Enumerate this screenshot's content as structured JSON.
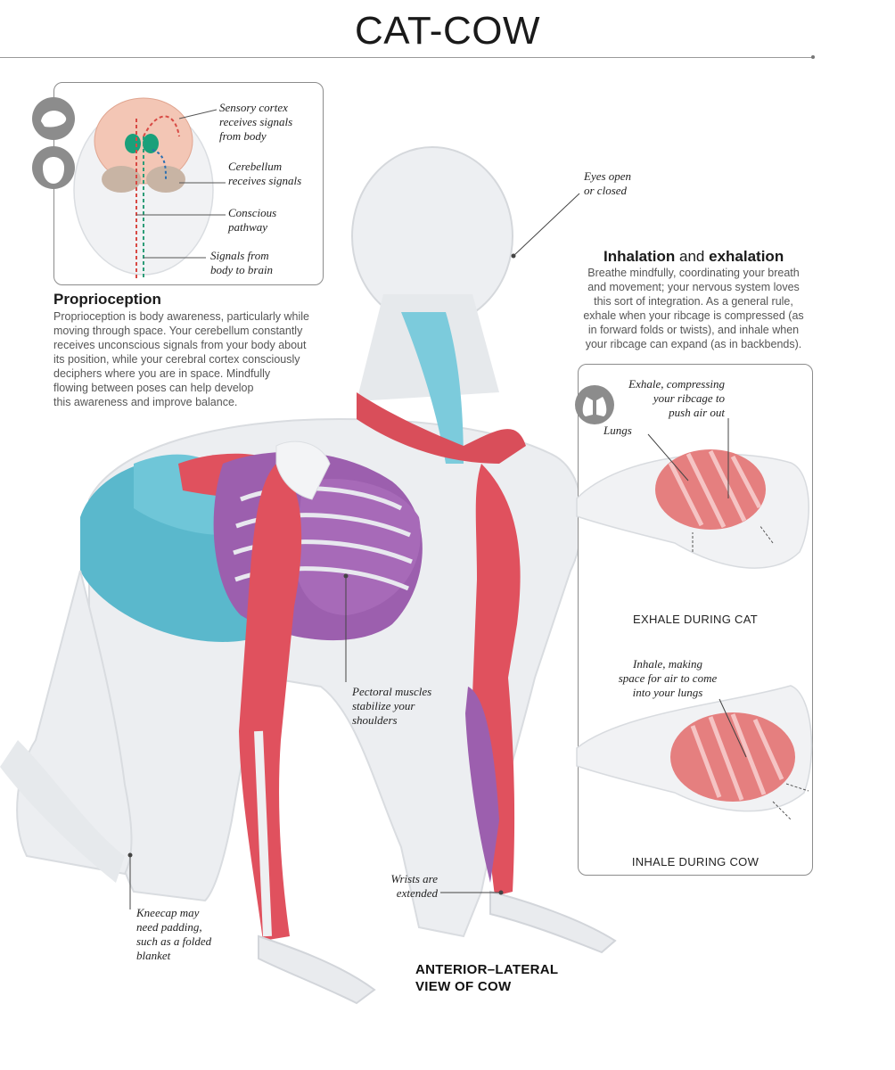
{
  "title": "CAT-COW",
  "proprioception_panel": {
    "callouts": {
      "sensory": "Sensory cortex\nreceives signals\nfrom body",
      "cerebellum": "Cerebellum\nreceives signals",
      "conscious": "Conscious\npathway",
      "signals": "Signals from\nbody to brain"
    },
    "heading": "Proprioception",
    "body": "Proprioception is body awareness, particularly while\nmoving through space. Your cerebellum constantly\nreceives unconscious signals from your body about\nits position, while your cerebral cortex consciously\ndeciphers where you are in space. Mindfully\nflowing between poses can help develop\nthis awareness and improve balance."
  },
  "breathing": {
    "heading_bold_1": "Inhalation",
    "heading_join": "and",
    "heading_bold_2": "exhalation",
    "body": "Breathe mindfully, coordinating your breath\nand movement; your nervous system loves\nthis sort of integration. As a general rule,\nexhale when your ribcage is compressed (as\nin forward folds or twists), and inhale when\nyour ribcage can expand (as in backbends).",
    "panel": {
      "exhale_callout": "Exhale, compressing\nyour ribcage to\npush air out",
      "lungs_callout": "Lungs",
      "exhale_caption": "EXHALE DURING CAT",
      "inhale_callout": "Inhale, making\nspace for air to come\ninto your lungs",
      "inhale_caption": "INHALE DURING COW"
    }
  },
  "figure_callouts": {
    "eyes": "Eyes open\nor closed",
    "pectoral": "Pectoral muscles\nstabilize your\nshoulders",
    "wrists": "Wrists are\nextended",
    "kneecap": "Kneecap may\nneed padding,\nsuch as a folded\nblanket"
  },
  "view_label": "ANTERIOR–LATERAL\nVIEW OF COW",
  "colors": {
    "muscle_red": "#e0515e",
    "muscle_purple": "#9c5fae",
    "muscle_teal": "#5ab8cc",
    "bone": "#eef0f2",
    "skin": "#e9ebee",
    "lung": "#e57f7f",
    "brain_green": "#1aa07a"
  }
}
